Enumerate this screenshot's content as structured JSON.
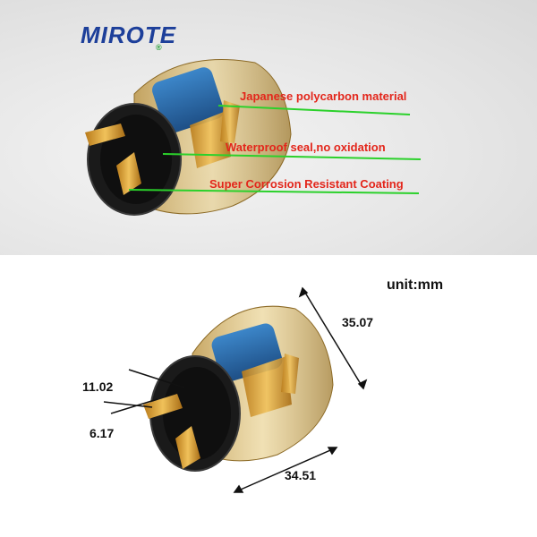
{
  "brand": {
    "name": "MIROTE",
    "registered_mark": "®"
  },
  "features": [
    "Japanese polycarbon material",
    "Waterproof seal,no oxidation",
    "Super Corrosion Resistant Coating"
  ],
  "dimensions": {
    "unit_label": "unit:mm",
    "height": "35.07",
    "diameter": "34.51",
    "terminal_width": "11.02",
    "terminal_thickness": "6.17"
  },
  "colors": {
    "callout_text": "#e3261b",
    "callout_line": "#2bd12b",
    "brand_blue": "#1d3f9a",
    "brand_green": "#2aa03a",
    "amber_housing": "#c9a24a",
    "coil_blue": "#2c6fb3",
    "copper_terminal": "#d19a2a"
  }
}
